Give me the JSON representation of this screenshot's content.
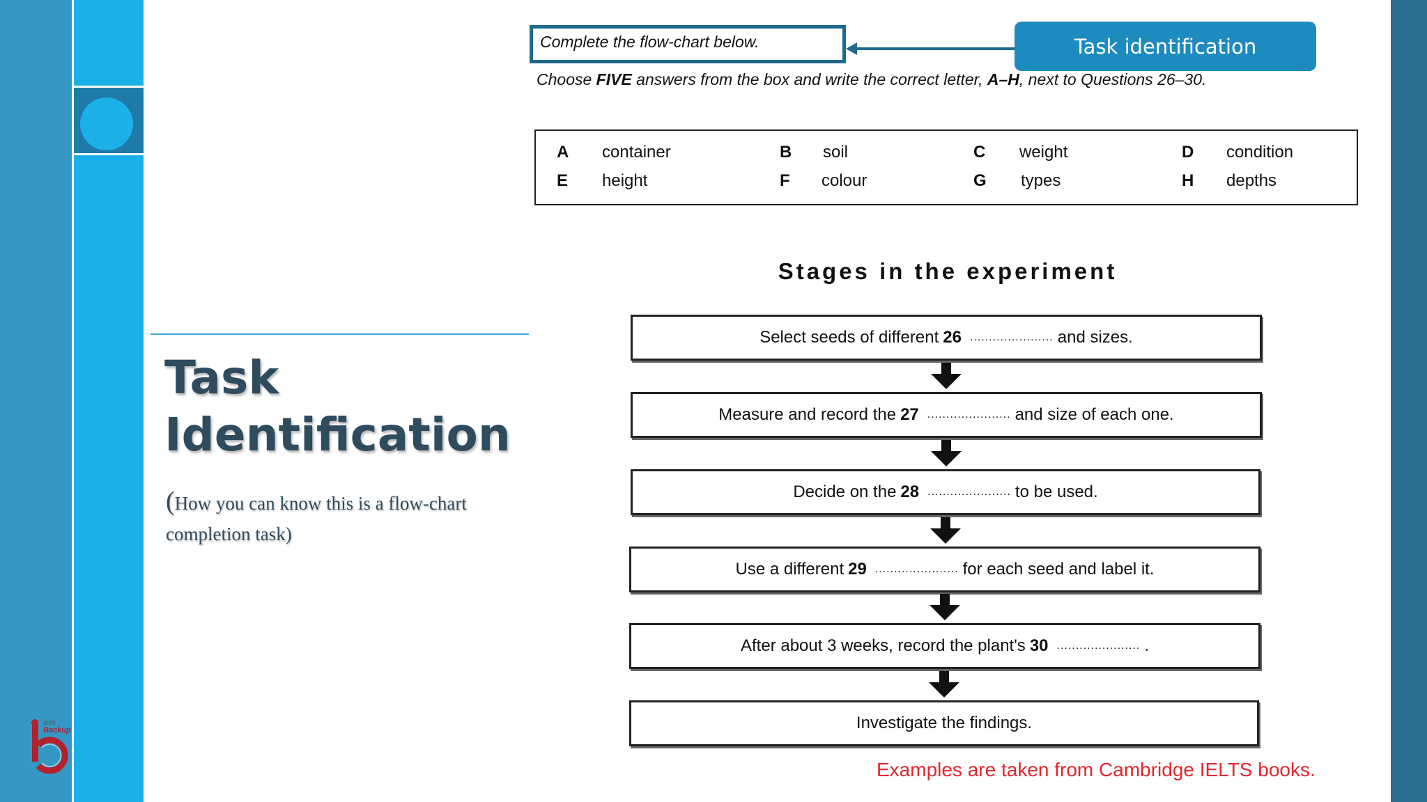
{
  "colors": {
    "band_outer": "#3597c4",
    "band_inner": "#1cb0e8",
    "badge": "#1e8bbf",
    "title_text": "#2f4b5e",
    "credit_text": "#e3262e"
  },
  "logo": {
    "brand_top": "ielts",
    "brand_bottom": "Backup",
    "icon": "ielts-backup-logo-icon"
  },
  "left_panel": {
    "title_line1": "Task",
    "title_line2": "Identification",
    "subtitle_open": "(",
    "subtitle_body": "How you can know this is a flow-chart completion task)"
  },
  "instructions": {
    "box_text": "Complete the flow-chart below.",
    "badge": "Task identification",
    "choose_pre": "Choose ",
    "choose_bold1": "FIVE",
    "choose_mid": " answers from the box and write the correct letter, ",
    "choose_bold2": "A–H",
    "choose_post": ", next to Questions 26–30."
  },
  "options": [
    {
      "letter": "A",
      "word": "container"
    },
    {
      "letter": "B",
      "word": "soil"
    },
    {
      "letter": "C",
      "word": "weight"
    },
    {
      "letter": "D",
      "word": "condition"
    },
    {
      "letter": "E",
      "word": "height"
    },
    {
      "letter": "F",
      "word": "colour"
    },
    {
      "letter": "G",
      "word": "types"
    },
    {
      "letter": "H",
      "word": "depths"
    }
  ],
  "flowchart": {
    "title": "Stages in the experiment",
    "gap": "......................",
    "steps": [
      {
        "pre": "Select seeds of different",
        "num": "26",
        "post": "and sizes."
      },
      {
        "pre": "Measure and record the",
        "num": "27",
        "post": "and size of each one."
      },
      {
        "pre": "Decide on the",
        "num": "28",
        "post": "to be used."
      },
      {
        "pre": "Use a different",
        "num": "29",
        "post": "for each seed and label it."
      },
      {
        "pre": "After about 3 weeks, record the plant's",
        "num": "30",
        "post": "."
      },
      {
        "text": "Investigate the findings."
      }
    ]
  },
  "credit": "Examples are taken from Cambridge IELTS books."
}
